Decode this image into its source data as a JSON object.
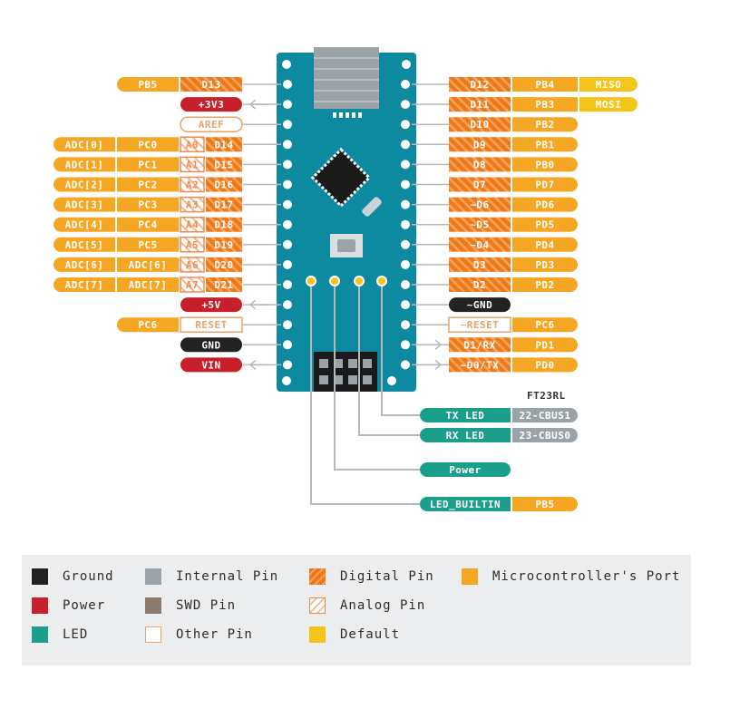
{
  "colors": {
    "ground": "#222222",
    "power": "#c8202a",
    "led": "#1c9f8a",
    "internal": "#9aa4a8",
    "swd": "#8b7a6e",
    "other": "#e8a36b",
    "digital": "#f07818",
    "digital_stripe": "#f5a45a",
    "analog": "#f08a50",
    "port": "#f5a623",
    "default": "#f4c518",
    "board": "#0e8aa0",
    "text_white": "#ffffff",
    "text_dark": "#ffffff",
    "arrow": "#b8b8b8"
  },
  "left_pins": [
    {
      "row": 0,
      "labels": [
        {
          "text": "PB5",
          "style": "port"
        },
        {
          "text": "D13",
          "style": "digital"
        }
      ]
    },
    {
      "row": 1,
      "labels": [
        {
          "text": "+3V3",
          "style": "power"
        }
      ],
      "arrow": true
    },
    {
      "row": 2,
      "labels": [
        {
          "text": "AREF",
          "style": "other"
        }
      ]
    },
    {
      "row": 3,
      "labels": [
        {
          "text": "ADC[0]",
          "style": "port"
        },
        {
          "text": "PC0",
          "style": "port"
        },
        {
          "text": "A0",
          "style": "analog"
        },
        {
          "text": "D14",
          "style": "digital"
        }
      ]
    },
    {
      "row": 4,
      "labels": [
        {
          "text": "ADC[1]",
          "style": "port"
        },
        {
          "text": "PC1",
          "style": "port"
        },
        {
          "text": "A1",
          "style": "analog"
        },
        {
          "text": "D15",
          "style": "digital"
        }
      ]
    },
    {
      "row": 5,
      "labels": [
        {
          "text": "ADC[2]",
          "style": "port"
        },
        {
          "text": "PC2",
          "style": "port"
        },
        {
          "text": "A2",
          "style": "analog"
        },
        {
          "text": "D16",
          "style": "digital"
        }
      ]
    },
    {
      "row": 6,
      "labels": [
        {
          "text": "ADC[3]",
          "style": "port"
        },
        {
          "text": "PC3",
          "style": "port"
        },
        {
          "text": "A3",
          "style": "analog"
        },
        {
          "text": "D17",
          "style": "digital"
        }
      ]
    },
    {
      "row": 7,
      "labels": [
        {
          "text": "ADC[4]",
          "style": "port"
        },
        {
          "text": "PC4",
          "style": "port"
        },
        {
          "text": "A4",
          "style": "analog"
        },
        {
          "text": "D18",
          "style": "digital"
        }
      ]
    },
    {
      "row": 8,
      "labels": [
        {
          "text": "ADC[5]",
          "style": "port"
        },
        {
          "text": "PC5",
          "style": "port"
        },
        {
          "text": "A5",
          "style": "analog"
        },
        {
          "text": "D19",
          "style": "digital"
        }
      ]
    },
    {
      "row": 9,
      "labels": [
        {
          "text": "ADC[6]",
          "style": "port"
        },
        {
          "text": "ADC[6]",
          "style": "port"
        },
        {
          "text": "A6",
          "style": "analog"
        },
        {
          "text": "D20",
          "style": "digital"
        }
      ]
    },
    {
      "row": 10,
      "labels": [
        {
          "text": "ADC[7]",
          "style": "port"
        },
        {
          "text": "ADC[7]",
          "style": "port"
        },
        {
          "text": "A7",
          "style": "analog"
        },
        {
          "text": "D21",
          "style": "digital"
        }
      ]
    },
    {
      "row": 11,
      "labels": [
        {
          "text": "+5V",
          "style": "power"
        }
      ],
      "arrow": true
    },
    {
      "row": 12,
      "labels": [
        {
          "text": "PC6",
          "style": "port"
        },
        {
          "text": "RESET",
          "style": "other"
        }
      ]
    },
    {
      "row": 13,
      "labels": [
        {
          "text": "GND",
          "style": "ground"
        }
      ]
    },
    {
      "row": 14,
      "labels": [
        {
          "text": "VIN",
          "style": "power"
        }
      ],
      "arrow": true
    }
  ],
  "right_pins": [
    {
      "row": 0,
      "labels": [
        {
          "text": "D12",
          "style": "digital"
        },
        {
          "text": "PB4",
          "style": "port"
        },
        {
          "text": "MISO",
          "style": "default"
        }
      ]
    },
    {
      "row": 1,
      "labels": [
        {
          "text": "D11",
          "style": "digital"
        },
        {
          "text": "PB3",
          "style": "port"
        },
        {
          "text": "MOSI",
          "style": "default"
        }
      ]
    },
    {
      "row": 2,
      "labels": [
        {
          "text": "D10",
          "style": "digital"
        },
        {
          "text": "PB2",
          "style": "port"
        }
      ]
    },
    {
      "row": 3,
      "labels": [
        {
          "text": "D9",
          "style": "digital"
        },
        {
          "text": "PB1",
          "style": "port"
        }
      ]
    },
    {
      "row": 4,
      "labels": [
        {
          "text": "D8",
          "style": "digital"
        },
        {
          "text": "PB0",
          "style": "port"
        }
      ]
    },
    {
      "row": 5,
      "labels": [
        {
          "text": "D7",
          "style": "digital"
        },
        {
          "text": "PD7",
          "style": "port"
        }
      ]
    },
    {
      "row": 6,
      "labels": [
        {
          "text": "~D6",
          "style": "digital"
        },
        {
          "text": "PD6",
          "style": "port"
        }
      ]
    },
    {
      "row": 7,
      "labels": [
        {
          "text": "~D5",
          "style": "digital"
        },
        {
          "text": "PD5",
          "style": "port"
        }
      ]
    },
    {
      "row": 8,
      "labels": [
        {
          "text": "~D4",
          "style": "digital"
        },
        {
          "text": "PD4",
          "style": "port"
        }
      ]
    },
    {
      "row": 9,
      "labels": [
        {
          "text": "D3",
          "style": "digital"
        },
        {
          "text": "PD3",
          "style": "port"
        }
      ]
    },
    {
      "row": 10,
      "labels": [
        {
          "text": "D2",
          "style": "digital"
        },
        {
          "text": "PD2",
          "style": "port"
        }
      ]
    },
    {
      "row": 11,
      "labels": [
        {
          "text": "~GND",
          "style": "ground"
        }
      ]
    },
    {
      "row": 12,
      "labels": [
        {
          "text": "~RESET",
          "style": "other"
        },
        {
          "text": "PC6",
          "style": "port"
        }
      ]
    },
    {
      "row": 13,
      "labels": [
        {
          "text": "D1/RX",
          "style": "digital"
        },
        {
          "text": "PD1",
          "style": "port"
        }
      ],
      "arrow": true
    },
    {
      "row": 14,
      "labels": [
        {
          "text": "~D0/TX",
          "style": "digital"
        },
        {
          "text": "PD0",
          "style": "port"
        }
      ],
      "arrow": true
    }
  ],
  "ft_title": "FT23RL",
  "bottom_labels": [
    {
      "labels": [
        {
          "text": "TX LED",
          "style": "led"
        },
        {
          "text": "22-CBUS1",
          "style": "internal"
        }
      ]
    },
    {
      "labels": [
        {
          "text": "RX LED",
          "style": "led"
        },
        {
          "text": "23-CBUS0",
          "style": "internal"
        }
      ]
    },
    {
      "labels": [
        {
          "text": "Power",
          "style": "led"
        }
      ]
    },
    {
      "labels": [
        {
          "text": "LED_BUILTIN",
          "style": "led"
        },
        {
          "text": "PB5",
          "style": "port"
        }
      ]
    }
  ],
  "legend": [
    {
      "label": "Ground",
      "style": "ground"
    },
    {
      "label": "Internal Pin",
      "style": "internal"
    },
    {
      "label": "Digital Pin",
      "style": "digital"
    },
    {
      "label": "Microcontroller's Port",
      "style": "port"
    },
    {
      "label": "Power",
      "style": "power"
    },
    {
      "label": "SWD Pin",
      "style": "swd"
    },
    {
      "label": "Analog Pin",
      "style": "analog"
    },
    {
      "label": "LED",
      "style": "led"
    },
    {
      "label": "Other Pin",
      "style": "other"
    },
    {
      "label": "Default",
      "style": "default"
    }
  ]
}
